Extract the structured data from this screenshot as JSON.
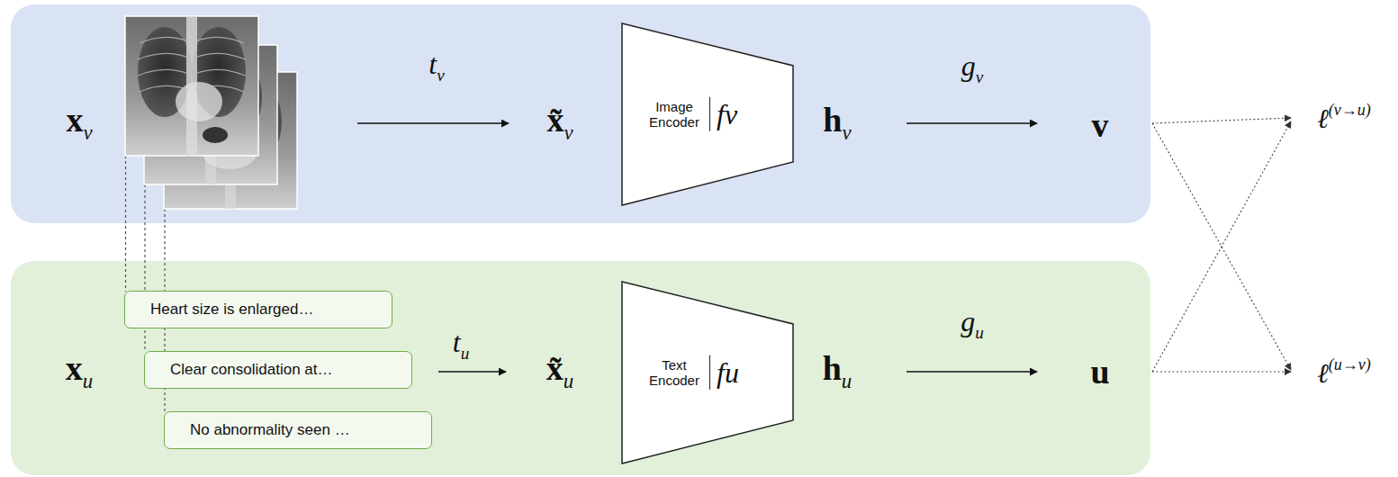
{
  "diagram": {
    "nodes": [
      {
        "text": [
          "Image Encoder",
          "fv"
        ]
      },
      {
        "text": [
          "Heart size is enlarged…"
        ]
      },
      {
        "text": [
          "Clear consolidation at…"
        ]
      },
      {
        "text": [
          "No abnormality seen …"
        ]
      },
      {
        "text": [
          "Text Encoder",
          "fu"
        ]
      }
    ],
    "labels": [
      "xv",
      "tv",
      "x̃v",
      "hv",
      "gv",
      "v",
      "ℓ(v→u)",
      "xu",
      "tu",
      "x̃u",
      "hu",
      "gu",
      "u",
      "ℓ(u→v)"
    ]
  }
}
